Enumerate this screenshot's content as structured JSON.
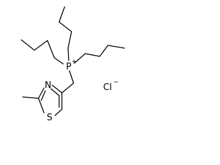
{
  "molecule": {
    "atoms": {
      "phosphorus": "P",
      "nitrogen": "N",
      "sulfur": "S",
      "chloride": "Cl"
    },
    "charges": {
      "phosphonium": "+",
      "chloride": "−"
    }
  }
}
